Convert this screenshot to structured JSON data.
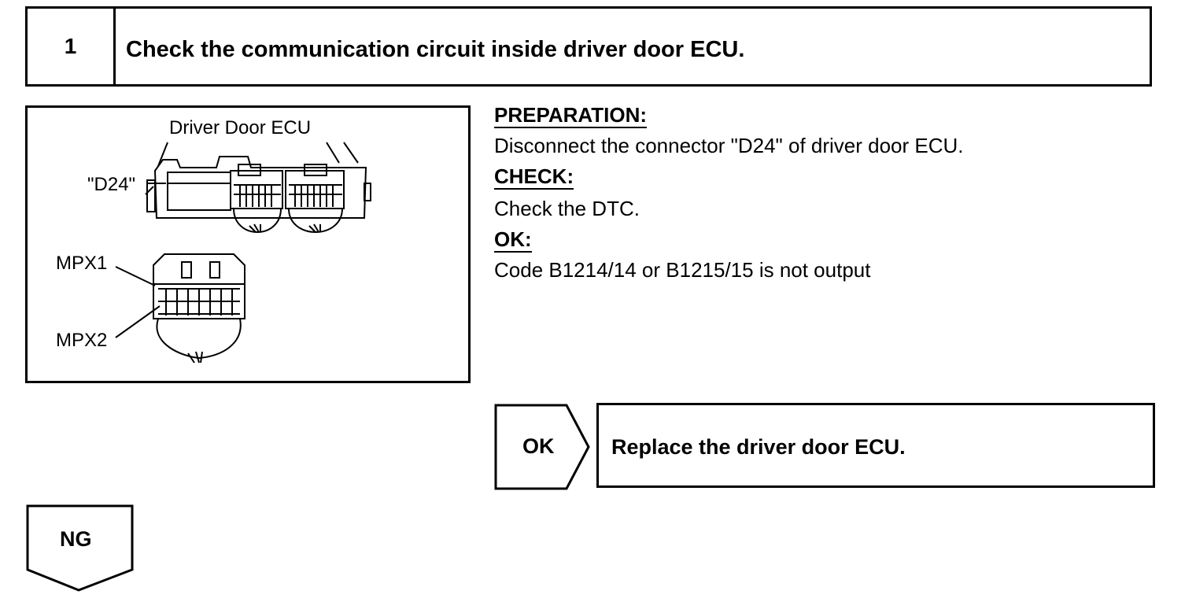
{
  "step": {
    "number": "1",
    "title": "Check the communication circuit inside driver door ECU."
  },
  "illustration": {
    "ecu_label": "Driver Door ECU",
    "connector_label": "\"D24\"",
    "mpx1_label": "MPX1",
    "mpx2_label": "MPX2"
  },
  "instructions": {
    "preparation_heading": "PREPARATION:",
    "preparation_text": "Disconnect the connector \"D24\" of driver door ECU.",
    "check_heading": "CHECK:",
    "check_text": "Check the DTC.",
    "ok_heading": "OK:",
    "ok_text": "Code B1214/14 or B1215/15 is not output"
  },
  "results": {
    "ok_label": "OK",
    "ok_action": "Replace the driver door ECU.",
    "ng_label": "NG"
  }
}
